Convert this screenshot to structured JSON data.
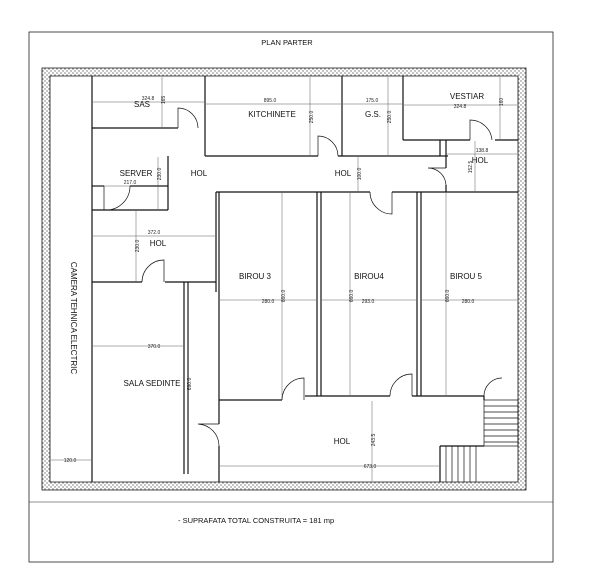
{
  "plan": {
    "title": "PLAN PARTER",
    "footer": "- SUPRAFATA TOTAL CONSTRUITA = 181 mp"
  },
  "rooms": {
    "sas": "SAS",
    "kitchinete": "KITCHINETE",
    "gs": "G.S.",
    "vestiar": "VESTIAR",
    "hol_right": "HOL",
    "server": "SERVER",
    "hol_main": "HOL",
    "hol_center": "HOL",
    "hol_left": "HOL",
    "camera": "CAMERA TEHNICA ELECTRIC",
    "birou3": "BIROU 3",
    "birou4": "BIROU4",
    "birou5": "BIROU 5",
    "sala": "SALA SEDINTE",
    "hol_bottom": "HOL"
  },
  "dims": {
    "sas_w": "324.8",
    "sas_h": "165",
    "kit_w": "895.0",
    "kit_h": "250.0",
    "gs_w": "175.0",
    "gs_h": "250.0",
    "vest_w": "324.8",
    "vest_h": "160",
    "holr_w": "138.8",
    "holr_h": "152.5",
    "hol_c": "100.0",
    "server_h": "230.0",
    "server_w": "217.0",
    "holl_w": "372.0",
    "holl_h": "230.0",
    "b3_w": "280.0",
    "b3_h": "660.0",
    "b4_w": "293.0",
    "b4_h": "660.0",
    "b5_w": "280.0",
    "b5_h": "660.0",
    "sala_w": "370.0",
    "sala_h": "690.0",
    "holb_h": "243.5",
    "holb_w": "673.0",
    "cam_w": "120.0"
  }
}
